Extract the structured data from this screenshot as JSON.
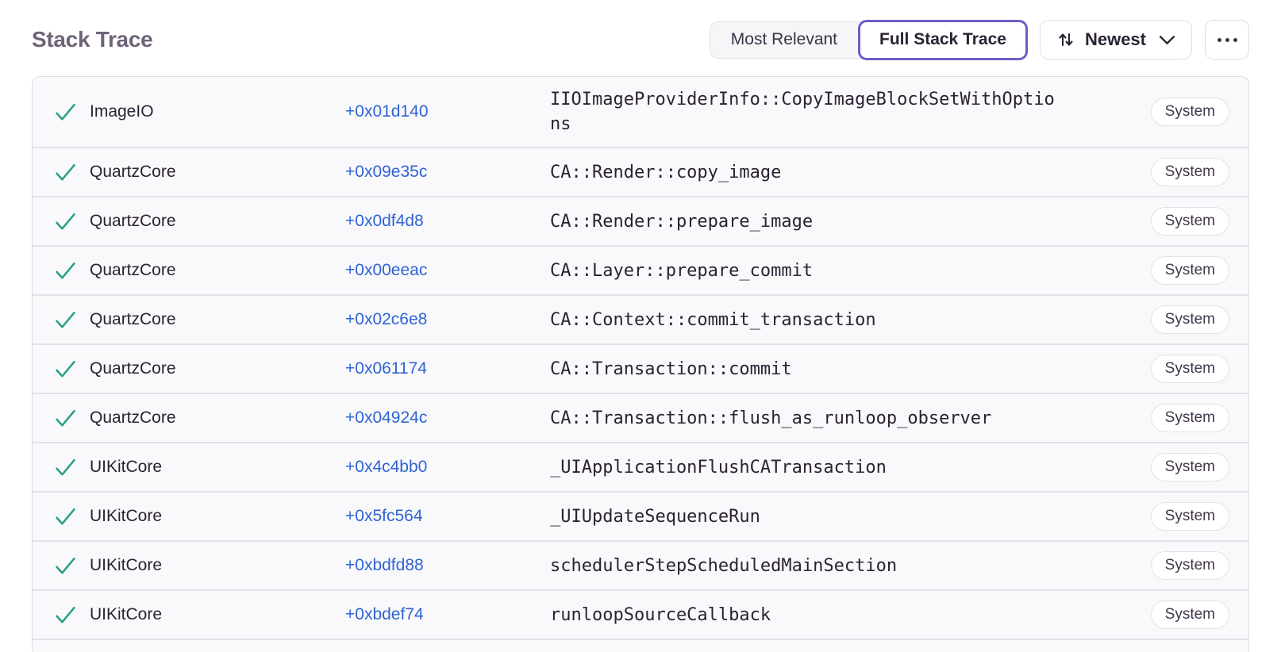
{
  "header": {
    "title": "Stack Trace",
    "view_toggle": {
      "options": [
        "Most Relevant",
        "Full Stack Trace"
      ],
      "selected": "Full Stack Trace"
    },
    "sort": {
      "label": "Newest",
      "icon": "sort-arrows-icon"
    },
    "more": {
      "icon": "ellipsis-icon"
    }
  },
  "colors": {
    "accent_purple": "#6c5fc7",
    "link_blue": "#3063d3",
    "check_green": "#2ba185",
    "row_background": "#f9f9fb",
    "divider": "#e2e0e8",
    "title_gray": "#6f6378"
  },
  "table": {
    "frames": [
      {
        "module": "ImageIO",
        "offset": "+0x01d140",
        "function": "IIOImageProviderInfo::CopyImageBlockSetWithOptions",
        "badge": "System"
      },
      {
        "module": "QuartzCore",
        "offset": "+0x09e35c",
        "function": "CA::Render::copy_image",
        "badge": "System"
      },
      {
        "module": "QuartzCore",
        "offset": "+0x0df4d8",
        "function": "CA::Render::prepare_image",
        "badge": "System"
      },
      {
        "module": "QuartzCore",
        "offset": "+0x00eeac",
        "function": "CA::Layer::prepare_commit",
        "badge": "System"
      },
      {
        "module": "QuartzCore",
        "offset": "+0x02c6e8",
        "function": "CA::Context::commit_transaction",
        "badge": "System"
      },
      {
        "module": "QuartzCore",
        "offset": "+0x061174",
        "function": "CA::Transaction::commit",
        "badge": "System"
      },
      {
        "module": "QuartzCore",
        "offset": "+0x04924c",
        "function": "CA::Transaction::flush_as_runloop_observer",
        "badge": "System"
      },
      {
        "module": "UIKitCore",
        "offset": "+0x4c4bb0",
        "function": "_UIApplicationFlushCATransaction",
        "badge": "System"
      },
      {
        "module": "UIKitCore",
        "offset": "+0x5fc564",
        "function": "_UIUpdateSequenceRun",
        "badge": "System"
      },
      {
        "module": "UIKitCore",
        "offset": "+0xbdfd88",
        "function": "schedulerStepScheduledMainSection",
        "badge": "System"
      },
      {
        "module": "UIKitCore",
        "offset": "+0xbdef74",
        "function": "runloopSourceCallback",
        "badge": "System"
      }
    ]
  }
}
